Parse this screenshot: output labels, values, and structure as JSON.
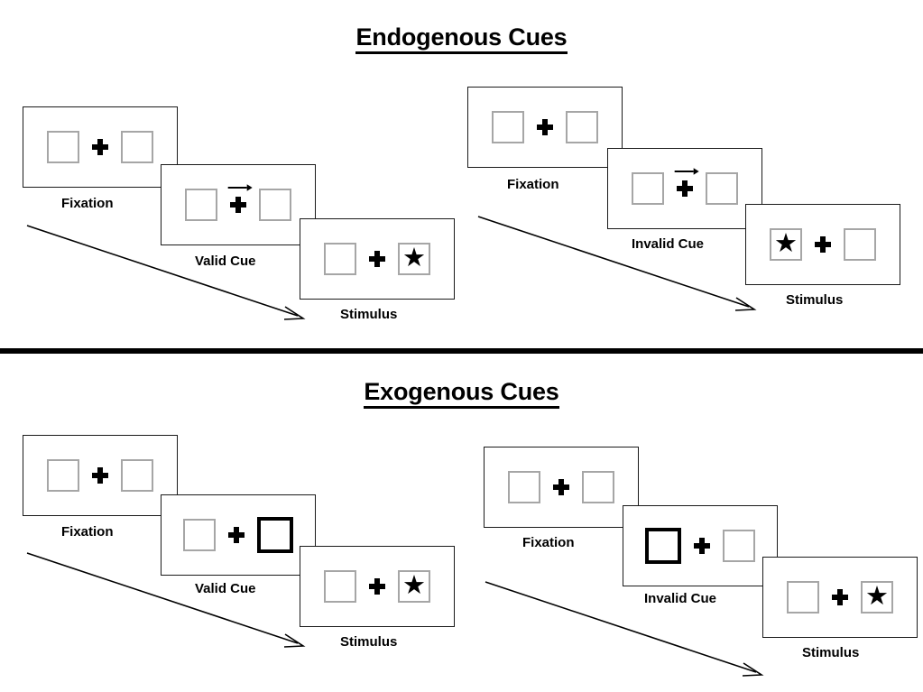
{
  "figure": {
    "title_top": "Endogenous Cues",
    "title_bottom": "Exogenous Cues"
  },
  "sections": [
    {
      "id": "endogenous",
      "title": "Endogenous Cues",
      "columns": [
        {
          "id": "endogenous-valid",
          "stages": [
            {
              "caption": "Fixation",
              "cue": "none",
              "arrow": "none",
              "star": "none"
            },
            {
              "caption": "Valid Cue",
              "cue": "central-arrow",
              "arrow": "right",
              "star": "none"
            },
            {
              "caption": "Stimulus",
              "cue": "none",
              "arrow": "none",
              "star": "right"
            }
          ]
        },
        {
          "id": "endogenous-invalid",
          "stages": [
            {
              "caption": "Fixation",
              "cue": "none",
              "arrow": "none",
              "star": "none"
            },
            {
              "caption": "Invalid Cue",
              "cue": "central-arrow",
              "arrow": "right",
              "star": "none"
            },
            {
              "caption": "Stimulus",
              "cue": "none",
              "arrow": "none",
              "star": "left"
            }
          ]
        }
      ]
    },
    {
      "id": "exogenous",
      "title": "Exogenous Cues",
      "columns": [
        {
          "id": "exogenous-valid",
          "stages": [
            {
              "caption": "Fixation",
              "cue": "none",
              "arrow": "none",
              "star": "none"
            },
            {
              "caption": "Valid Cue",
              "cue": "peripheral-right",
              "arrow": "none",
              "star": "none"
            },
            {
              "caption": "Stimulus",
              "cue": "none",
              "arrow": "none",
              "star": "right"
            }
          ]
        },
        {
          "id": "exogenous-invalid",
          "stages": [
            {
              "caption": "Fixation",
              "cue": "none",
              "arrow": "none",
              "star": "none"
            },
            {
              "caption": "Invalid Cue",
              "cue": "peripheral-left",
              "arrow": "none",
              "star": "none"
            },
            {
              "caption": "Stimulus",
              "cue": "none",
              "arrow": "none",
              "star": "right"
            }
          ]
        }
      ]
    }
  ],
  "captions": {
    "fixation": "Fixation",
    "valid_cue": "Valid Cue",
    "invalid_cue": "Invalid Cue",
    "stimulus": "Stimulus"
  },
  "glyphs": {
    "star": "★"
  },
  "colors": {
    "ink": "#000000",
    "panel_border": "#1a1a1a",
    "box_border": "#a6a6a6",
    "cued_box_border": "#000000",
    "background": "#ffffff"
  }
}
